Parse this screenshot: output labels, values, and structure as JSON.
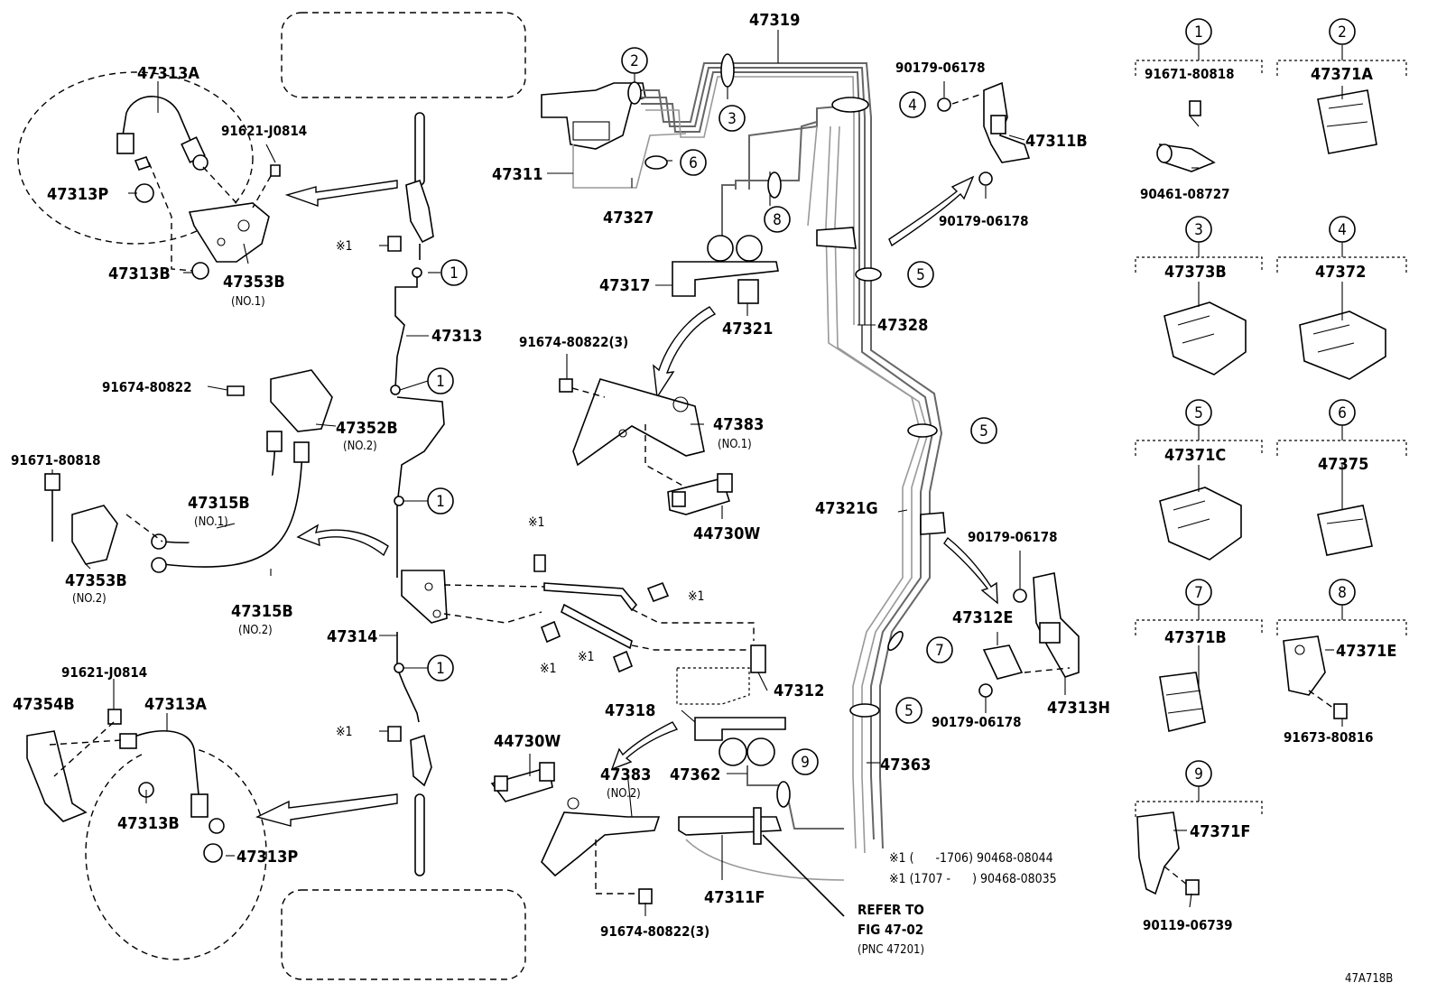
{
  "diagram_id": "47A718B",
  "labels": {
    "p47313A_top": "47313A",
    "p91621_top": "91621-J0814",
    "p47313P_top": "47313P",
    "p47313B_top": "47313B",
    "p47353B_no1": "47353B",
    "p47353B_no1_sub": "(NO.1)",
    "p47313": "47313",
    "p91674_left": "91674-80822",
    "p47352B": "47352B",
    "p47352B_sub": "(NO.2)",
    "p91671_left": "91671-80818",
    "p47315B_no1": "47315B",
    "p47315B_no1_sub": "(NO.1)",
    "p47353B_no2": "47353B",
    "p47353B_no2_sub": "(NO.2)",
    "p47315B_no2": "47315B",
    "p47315B_no2_sub": "(NO.2)",
    "p47314": "47314",
    "p91621_bot": "91621-J0814",
    "p47354B": "47354B",
    "p47313A_bot": "47313A",
    "p47313B_bot": "47313B",
    "p47313P_bot": "47313P",
    "p47319": "47319",
    "p47311": "47311",
    "p47327": "47327",
    "p47317": "47317",
    "p47321": "47321",
    "p91674_mid": "91674-80822(3)",
    "p47383_no1": "47383",
    "p47383_no1_sub": "(NO.1)",
    "p44730W_top": "44730W",
    "p47312": "47312",
    "p47318": "47318",
    "p44730W_bot": "44730W",
    "p47383_no2": "47383",
    "p47383_no2_sub": "(NO.2)",
    "p47362": "47362",
    "p47311F": "47311F",
    "p91674_bot": "91674-80822(3)",
    "p90179_a": "90179-06178",
    "p47311B": "47311B",
    "p90179_b": "90179-06178",
    "p47328": "47328",
    "p47321G": "47321G",
    "p90179_c": "90179-06178",
    "p47312E": "47312E",
    "p90179_d": "90179-06178",
    "p47313H": "47313H",
    "p47363": "47363",
    "refer_1": "REFER TO",
    "refer_2": "FIG 47-02",
    "refer_3": "(PNC 47201)",
    "kome1": "※1",
    "note1": "※1 (      -1706) 90468-08044",
    "note2": "※1 (1707 -      ) 90468-08035"
  },
  "legend": {
    "c1_num": "1",
    "c1_a": "91671-80818",
    "c1_b": "90461-08727",
    "c2_num": "2",
    "c2_a": "47371A",
    "c3_num": "3",
    "c3_a": "47373B",
    "c4_num": "4",
    "c4_a": "47372",
    "c5_num": "5",
    "c5_a": "47371C",
    "c6_num": "6",
    "c6_a": "47375",
    "c7_num": "7",
    "c7_a": "47371B",
    "c8_num": "8",
    "c8_a": "47371E",
    "c8_b": "91673-80816",
    "c9_num": "9",
    "c9_a": "47371F",
    "c9_b": "90119-06739"
  },
  "callouts": {
    "n1": "1",
    "n2": "2",
    "n3": "3",
    "n4": "4",
    "n5": "5",
    "n6": "6",
    "n7": "7",
    "n8": "8",
    "n9": "9"
  }
}
